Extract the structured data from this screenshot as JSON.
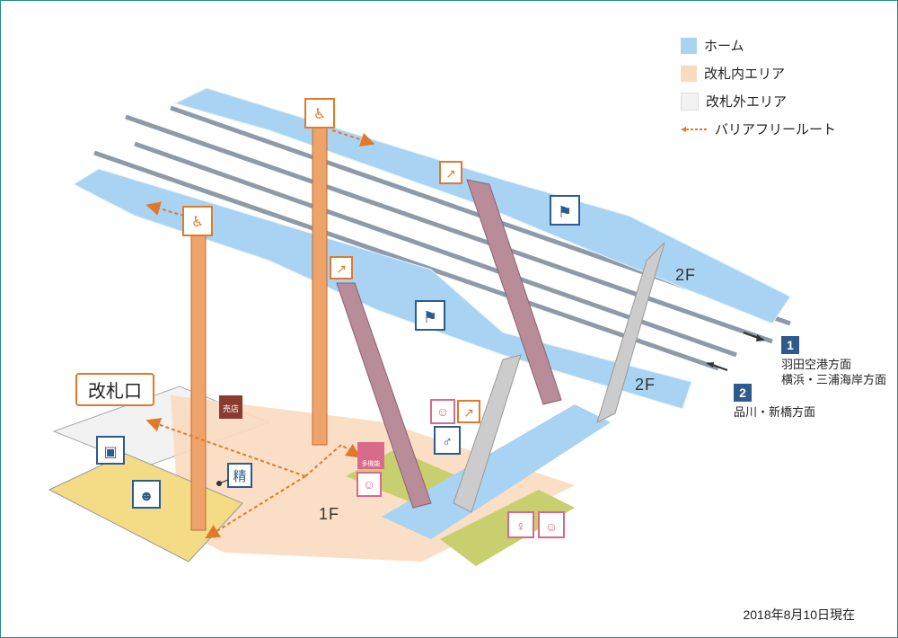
{
  "legend": {
    "home": "ホーム",
    "inside_gate": "改札内エリア",
    "outside_gate": "改札外エリア",
    "barrier_free_route": "バリアフリールート"
  },
  "colors": {
    "platform": "#a9d3f2",
    "inside_gate": "#f9dcc0",
    "outside_gate": "#f2f2f2",
    "route": "#e07a2a",
    "elevator_shaft": "#eda46a",
    "escalator": "#b98c9a",
    "stairs": "#cccccc",
    "track": "#8f9aa8",
    "outside_yellow": "#f4dc86",
    "toilet_green": "#c8cf6e",
    "badge_blue": "#2e5b8c"
  },
  "destinations": [
    {
      "number": "1",
      "line1": "羽田空港方面",
      "line2": "横浜・三浦海岸方面"
    },
    {
      "number": "2",
      "line1": "品川・新橋方面",
      "line2": ""
    }
  ],
  "floors": {
    "upper1": "2F",
    "upper2": "2F",
    "ground": "1F"
  },
  "gate_label": "改札口",
  "shop_label": "売店",
  "fare_adjust_label": "精",
  "multi_toilet_label": "多機能",
  "date": "2018年8月10日現在"
}
